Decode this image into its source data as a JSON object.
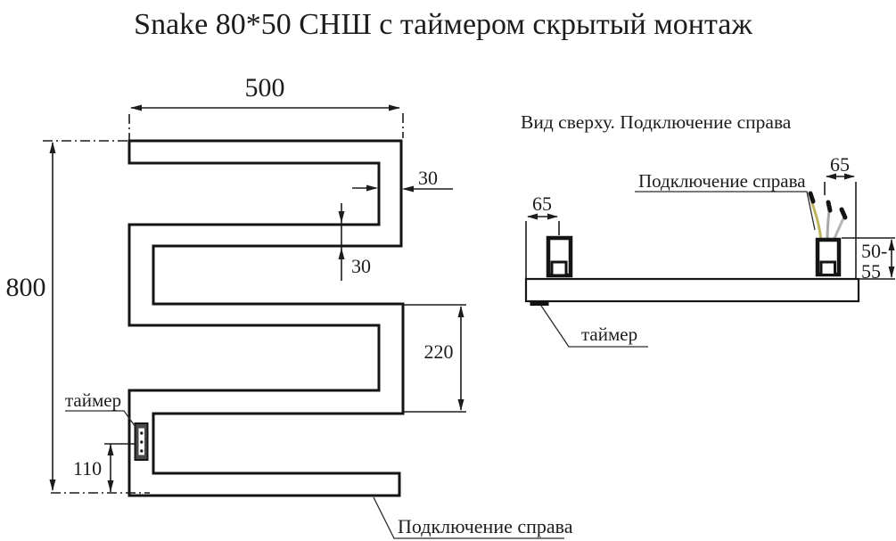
{
  "title": "Snake 80*50 СНШ с таймером скрытый монтаж",
  "front_view": {
    "dim_width": "500",
    "dim_height": "800",
    "dim_tube_width": "30",
    "dim_tube_height": "30",
    "dim_loop_spacing": "220",
    "dim_timer_height": "110",
    "label_timer": "таймер",
    "label_connection": "Подключение справа"
  },
  "top_view": {
    "heading": "Вид сверху. Подключение справа",
    "label_connection": "Подключение справа",
    "label_timer": "таймер",
    "dim_left_bracket_offset": "65",
    "dim_right_bracket_offset": "65",
    "dim_wall_distance_line1": "50-",
    "dim_wall_distance_line2": "55"
  },
  "colors": {
    "line": "#1c1c1c",
    "wire_yellow": "#bdb45e",
    "wire_grey": "#a8a8a8",
    "wire_grey2": "#b4b4b4"
  }
}
